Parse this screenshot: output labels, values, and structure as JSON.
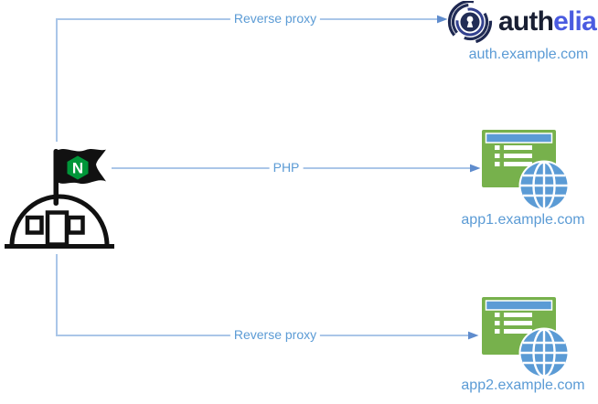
{
  "diagram": {
    "connectors": {
      "top": {
        "label": "Reverse proxy"
      },
      "middle": {
        "label": "PHP"
      },
      "bottom": {
        "label": "Reverse proxy"
      }
    },
    "nodes": {
      "nginx": {
        "badge_letter": "N"
      },
      "authelia": {
        "brand_prefix": "auth",
        "brand_suffix": "elia",
        "domain": "auth.example.com"
      },
      "app1": {
        "domain": "app1.example.com"
      },
      "app2": {
        "domain": "app2.example.com"
      }
    },
    "colors": {
      "connector_line": "#aac6e8",
      "connector_arrow": "#5f8ccd",
      "connector_label_text": "#5b9bd5",
      "domain_label_text": "#5b9bd5",
      "nginx_green": "#009639",
      "app_green": "#77b14c",
      "app_blue": "#5b9bd5",
      "authelia_navy": "#1d2750",
      "authelia_blue": "#4a5be0",
      "icon_black": "#111111"
    }
  }
}
